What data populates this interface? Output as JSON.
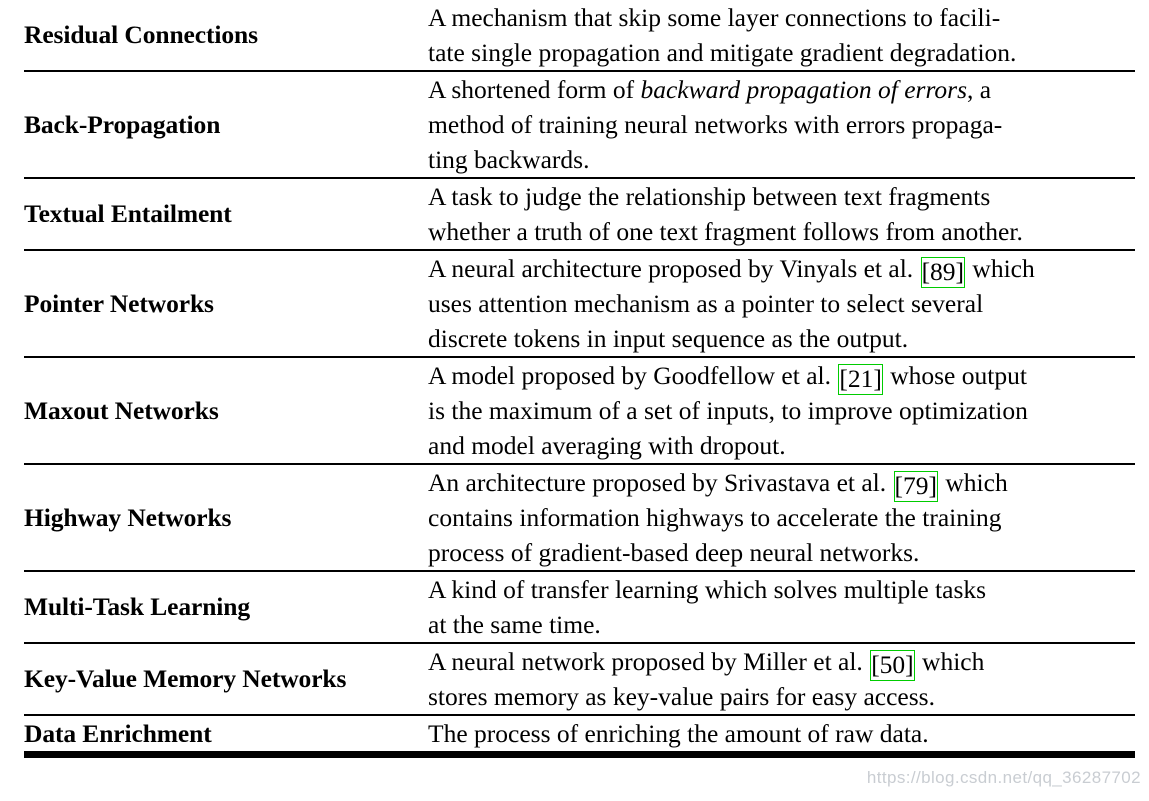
{
  "document": {
    "type": "terminology-glossary-table",
    "columns": [
      "Term",
      "Description"
    ],
    "rule_color": "#000000",
    "citation_box_color": "#00cc00",
    "watermark_color": "#c9cdd2"
  },
  "watermark": {
    "text": "https://blog.csdn.net/qq_36287702"
  },
  "rows": [
    {
      "term": "Residual Connections",
      "lines": [
        [
          {
            "t": "A mechanism that skip some layer connections to facili-"
          }
        ],
        [
          {
            "t": "tate single propagation and mitigate gradient degradation."
          }
        ]
      ]
    },
    {
      "term": "Back-Propagation",
      "lines": [
        [
          {
            "t": "A shortened form of "
          },
          {
            "t": "backward propagation of errors",
            "style": "italic"
          },
          {
            "t": ", a"
          }
        ],
        [
          {
            "t": "method of training neural networks with errors propaga-"
          }
        ],
        [
          {
            "t": "ting backwards."
          }
        ]
      ]
    },
    {
      "term": "Textual Entailment",
      "lines": [
        [
          {
            "t": "A task to judge the relationship between text fragments"
          }
        ],
        [
          {
            "t": "whether a truth of one text fragment follows from another."
          }
        ]
      ]
    },
    {
      "term": "Pointer Networks",
      "lines": [
        [
          {
            "t": "A neural architecture proposed by Vinyals et al. "
          },
          {
            "t": "[89]",
            "style": "citation"
          },
          {
            "t": " which"
          }
        ],
        [
          {
            "t": "uses attention mechanism as a pointer to select several"
          }
        ],
        [
          {
            "t": "discrete tokens in input sequence as the output."
          }
        ]
      ]
    },
    {
      "term": "Maxout Networks",
      "lines": [
        [
          {
            "t": "A model proposed by Goodfellow et al. "
          },
          {
            "t": "[21]",
            "style": "citation"
          },
          {
            "t": " whose output"
          }
        ],
        [
          {
            "t": "is the maximum of a set of inputs, to improve optimization"
          }
        ],
        [
          {
            "t": "and model averaging with dropout."
          }
        ]
      ]
    },
    {
      "term": "Highway Networks",
      "lines": [
        [
          {
            "t": "An architecture proposed by Srivastava et al. "
          },
          {
            "t": "[79]",
            "style": "citation"
          },
          {
            "t": " which"
          }
        ],
        [
          {
            "t": "contains information highways to accelerate the training"
          }
        ],
        [
          {
            "t": "process of gradient-based deep neural networks."
          }
        ]
      ]
    },
    {
      "term": "Multi-Task Learning",
      "lines": [
        [
          {
            "t": "A kind of transfer learning which solves multiple tasks"
          }
        ],
        [
          {
            "t": "at the same time."
          }
        ]
      ]
    },
    {
      "term": "Key-Value Memory Networks",
      "lines": [
        [
          {
            "t": "A neural network proposed by Miller et al. "
          },
          {
            "t": "[50]",
            "style": "citation"
          },
          {
            "t": " which"
          }
        ],
        [
          {
            "t": "stores memory as key-value pairs for easy access."
          }
        ]
      ]
    },
    {
      "term": "Data Enrichment",
      "lines": [
        [
          {
            "t": "The process of enriching the amount of raw data."
          }
        ]
      ]
    }
  ]
}
